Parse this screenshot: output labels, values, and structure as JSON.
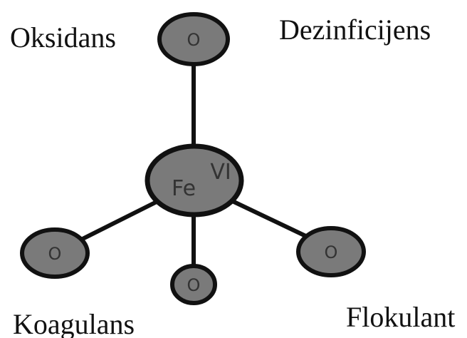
{
  "center": {
    "element": "Fe",
    "oxidation_state": "VI"
  },
  "ligand_symbol": "O",
  "roles": {
    "top_left": "Oksidans",
    "top_right": "Dezinficijens",
    "bottom_left": "Koagulans",
    "bottom_right": "Flokulant"
  },
  "colors": {
    "atom_fill": "#7a7a7a",
    "atom_stroke": "#111111",
    "bond": "#111111",
    "label": "#111111"
  }
}
